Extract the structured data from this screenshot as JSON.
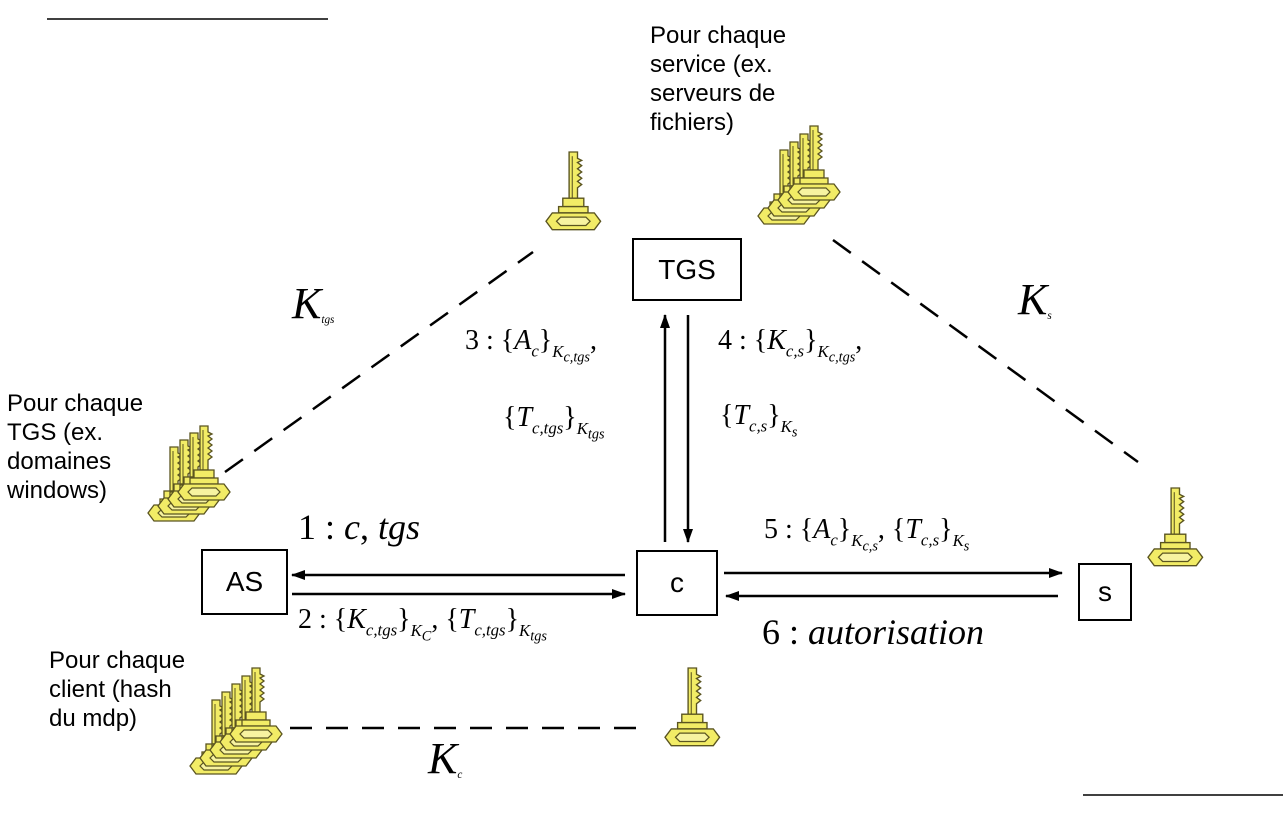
{
  "nodes": {
    "as": "AS",
    "tgs": "TGS",
    "client": "c",
    "service": "s"
  },
  "notes": {
    "tgs_keys": [
      "Pour chaque",
      "TGS (ex.",
      "domaines",
      "windows)"
    ],
    "service_keys": [
      "Pour chaque",
      "service (ex.",
      "serveurs de",
      "fichiers)"
    ],
    "client_keys": [
      "Pour chaque",
      "client (hash",
      "du mdp)"
    ]
  },
  "keys": {
    "tgs": "K_tgs",
    "service": "K_s",
    "client": "K_c"
  },
  "messages": {
    "m1": "1 : c, tgs",
    "m2": "2 : {K_c,tgs}_K_C , {T_c,tgs}_K_tgs",
    "m3": "3 : {A_c}_K_c,tgs , {T_c,tgs}_K_tgs",
    "m4": "4 : {K_c,s}_K_c,tgs , {T_c,s}_K_s",
    "m5": "5 : {A_c}_K_c,s , {T_c,s}_K_s",
    "m6": "6 : autorisation"
  },
  "colors": {
    "key_fill": "#f2ec66",
    "key_stroke": "#5a5420",
    "line": "#000000"
  }
}
